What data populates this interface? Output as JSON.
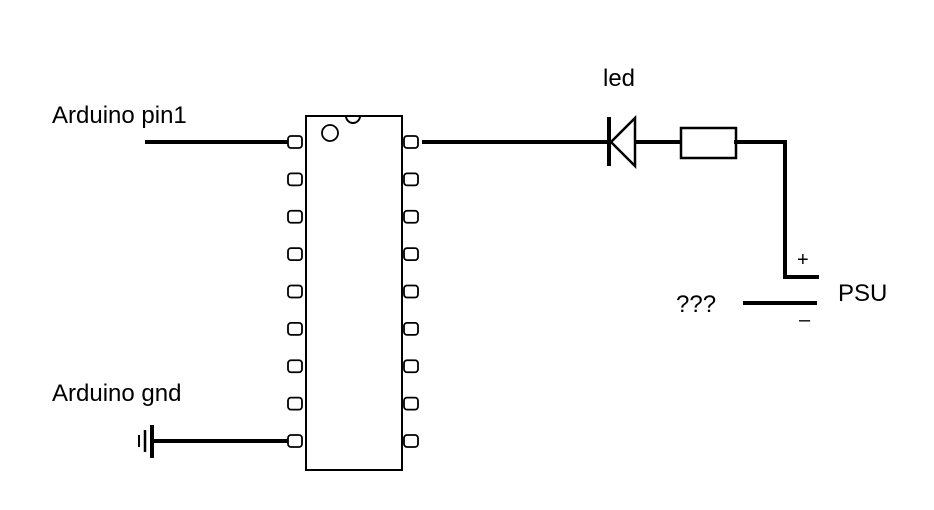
{
  "labels": {
    "arduino_pin1": "Arduino pin1",
    "arduino_gnd": "Arduino gnd",
    "led": "led",
    "psu": "PSU",
    "unknown": "???",
    "plus": "+",
    "minus": "–"
  },
  "chip": {
    "pins_per_side": 9
  },
  "colors": {
    "ink": "#000000",
    "background": "#ffffff"
  }
}
